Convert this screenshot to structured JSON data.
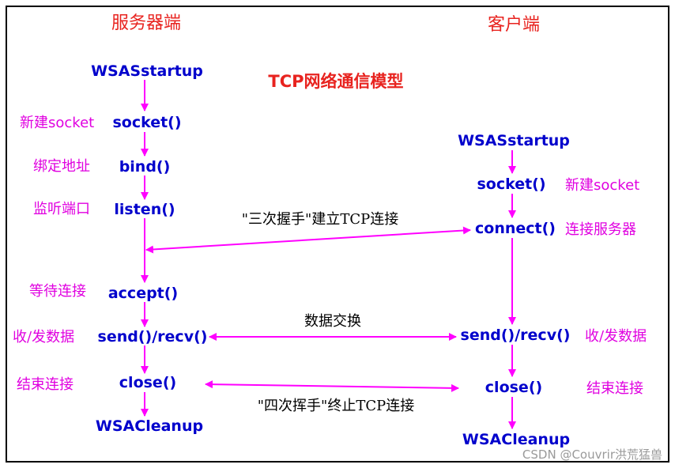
{
  "title": "TCP网络通信模型",
  "server": {
    "header": "服务器端",
    "calls": {
      "startup": "WSASstartup",
      "socket": "socket()",
      "bind": "bind()",
      "listen": "listen()",
      "accept": "accept()",
      "sendrecv": "send()/recv()",
      "close": "close()",
      "cleanup": "WSACleanup"
    },
    "notes": {
      "socket": "新建socket",
      "bind": "绑定地址",
      "listen": "监听端口",
      "accept": "等待连接",
      "sendrecv": "收/发数据",
      "close": "结束连接"
    }
  },
  "client": {
    "header": "客户端",
    "calls": {
      "startup": "WSASstartup",
      "socket": "socket()",
      "connect": "connect()",
      "sendrecv": "send()/recv()",
      "close": "close()",
      "cleanup": "WSACleanup"
    },
    "notes": {
      "socket": "新建socket",
      "connect": "连接服务器",
      "sendrecv": "收/发数据",
      "close": "结束连接"
    }
  },
  "links": {
    "handshake": "\"三次握手\"建立TCP连接",
    "exchange": "数据交换",
    "teardown": "\"四次挥手\"终止TCP连接"
  },
  "watermark": "CSDN @Couvrir洪荒猛兽",
  "colors": {
    "header": "#e8231f",
    "call": "#0000cc",
    "note": "#e000e0",
    "arrow": "#ff00ff",
    "link": "#000000",
    "border": "#000000"
  }
}
